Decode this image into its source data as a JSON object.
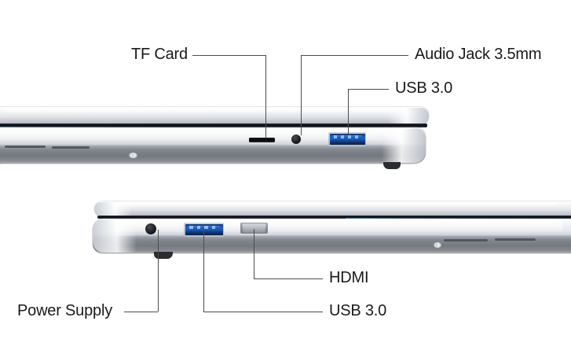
{
  "diagram": {
    "title": "Laptop port layout diagram",
    "background_color": "#ffffff",
    "label_color": "#1a1a1a",
    "leader_color": "#4c4c4c"
  },
  "top_view": {
    "name": "right-side-ports",
    "callouts": [
      {
        "id": "tf-card",
        "label": "TF Card",
        "port": "tf-card-slot"
      },
      {
        "id": "audio-jack",
        "label": "Audio Jack 3.5mm",
        "port": "audio-jack-port"
      },
      {
        "id": "usb30-top",
        "label": "USB 3.0",
        "port": "usb30-port-top"
      }
    ]
  },
  "bottom_view": {
    "name": "left-side-ports",
    "callouts": [
      {
        "id": "hdmi",
        "label": "HDMI",
        "port": "hdmi-port"
      },
      {
        "id": "usb30-bottom",
        "label": "USB 3.0",
        "port": "usb30-port-bottom"
      },
      {
        "id": "power-supply",
        "label": "Power Supply",
        "port": "power-supply-port"
      }
    ]
  },
  "colors": {
    "usb_blue": "#1f62c8",
    "port_dark": "#0a0b0e",
    "chassis_silver": "#e6e8ec",
    "chassis_shadow": "#74787f"
  }
}
